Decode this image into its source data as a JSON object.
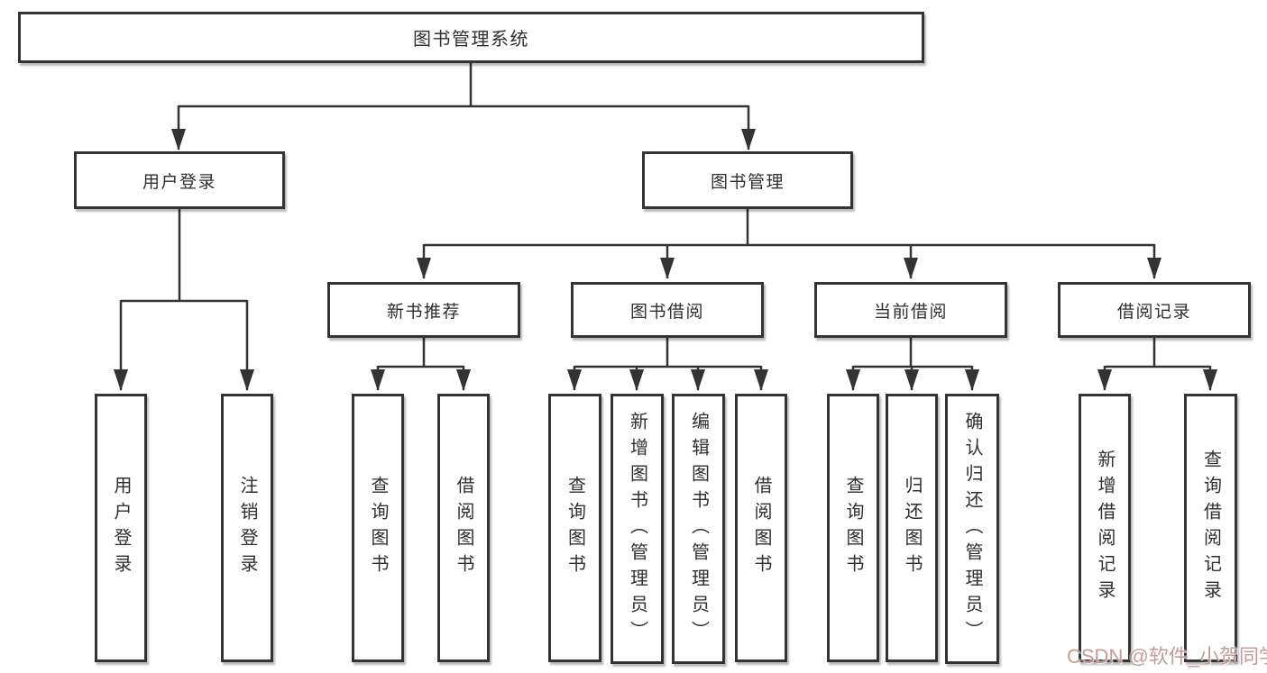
{
  "diagram": {
    "root": {
      "label": "图书管理系统"
    },
    "branches": [
      {
        "label": "用户登录",
        "leaves": [
          {
            "label": "用户登录"
          },
          {
            "label": "注销登录"
          }
        ]
      },
      {
        "label": "图书管理",
        "groups": [
          {
            "label": "新书推荐",
            "leaves": [
              {
                "label": "查询图书"
              },
              {
                "label": "借阅图书"
              }
            ]
          },
          {
            "label": "图书借阅",
            "leaves": [
              {
                "label": "查询图书"
              },
              {
                "label": "新增图书（管理员）"
              },
              {
                "label": "编辑图书（管理员）"
              },
              {
                "label": "借阅图书"
              }
            ]
          },
          {
            "label": "当前借阅",
            "leaves": [
              {
                "label": "查询图书"
              },
              {
                "label": "归还图书"
              },
              {
                "label": "确认归还（管理员）"
              }
            ]
          },
          {
            "label": "借阅记录",
            "leaves": [
              {
                "label": "新增借阅记录"
              },
              {
                "label": "查询借阅记录"
              }
            ]
          }
        ]
      }
    ]
  },
  "watermark": {
    "text": "CSDN @软件_小贺同学"
  },
  "colors": {
    "line": "#333333",
    "box_fill": "#ffffff",
    "watermark": "#c1948e"
  }
}
